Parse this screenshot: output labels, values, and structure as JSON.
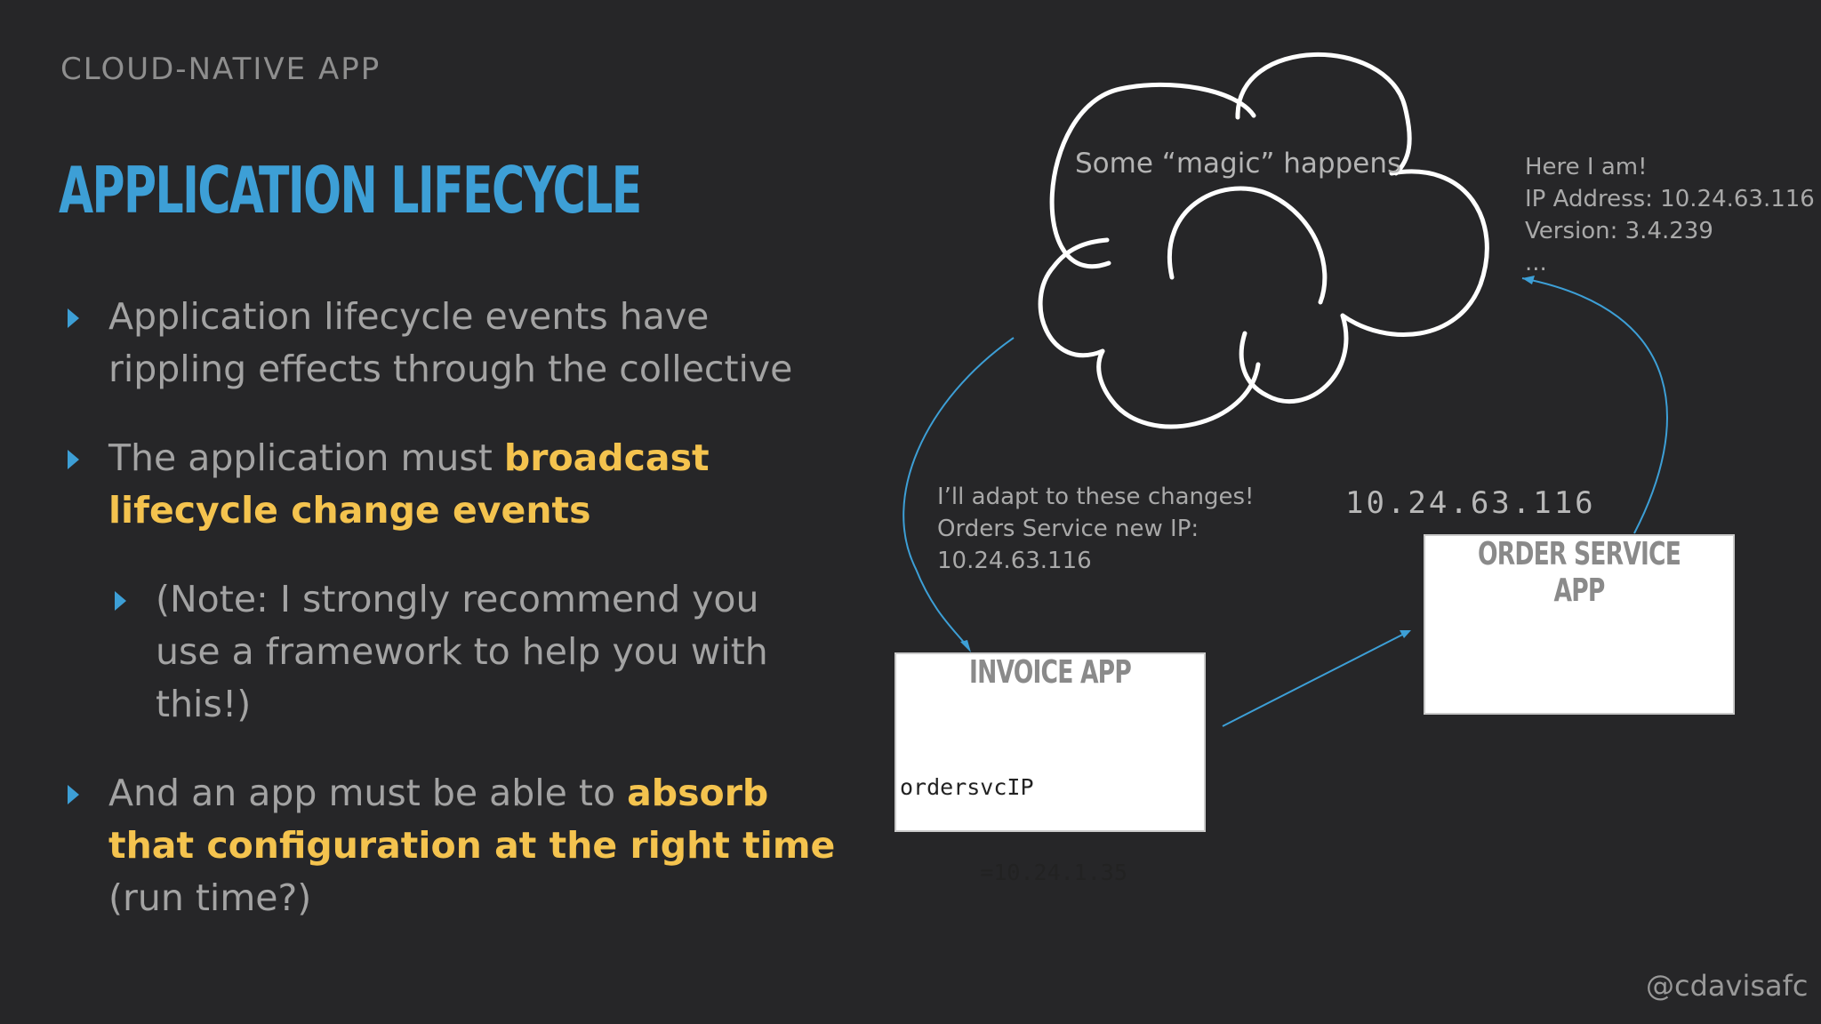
{
  "header": {
    "eyebrow": "CLOUD-NATIVE APP",
    "title": "APPLICATION LIFECYCLE"
  },
  "bullets": {
    "b1": {
      "line1": "Application lifecycle events have",
      "line2": "rippling effects through the collective"
    },
    "b2": {
      "pre": "The application must ",
      "hl1": "broadcast",
      "hl2": "lifecycle change events"
    },
    "b3": {
      "line1": "(Note: I strongly recommend you",
      "line2": "use a framework to help you with",
      "line3": "this!)"
    },
    "b4": {
      "pre": "And an app must be able to ",
      "hl1": "absorb",
      "hl2": "that configuration at the right time",
      "line3": "(run time?)"
    }
  },
  "diagram": {
    "cloud_label": "Some “magic” happens",
    "announce": {
      "line1": "Here I am!",
      "line2": "IP Address: 10.24.63.116",
      "line3": "Version: 3.4.239",
      "line4": "..."
    },
    "adapt": {
      "line1": "I’ll adapt to these changes!",
      "line2": "Orders Service new IP:",
      "line3": "10.24.63.116"
    },
    "order_ip": "10.24.63.116",
    "order_box_title": "ORDER SERVICE APP",
    "invoice_box_title": "INVOICE APP",
    "invoice_code_line1": "ordersvcIP",
    "invoice_code_line2": "      =10.24.1.35"
  },
  "footer": {
    "handle": "@cdavisafc"
  },
  "colors": {
    "background": "#262628",
    "accent_blue": "#3d9fd6",
    "highlight_yellow": "#f4c34e"
  }
}
